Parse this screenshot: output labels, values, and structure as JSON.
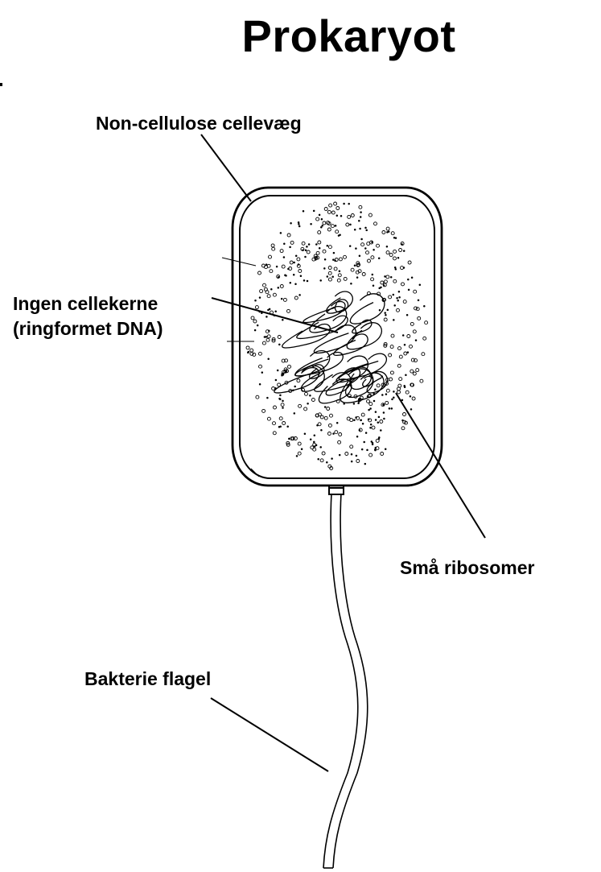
{
  "title": "Prokaryot",
  "labels": {
    "cell_wall": "Non-cellulose cellevæg",
    "nucleoid_line1": "Ingen cellekerne",
    "nucleoid_line2": "(ringformet DNA)",
    "ribosomes": "Små ribosomer",
    "flagellum": "Bakterie flagel"
  },
  "colors": {
    "ink": "#000000",
    "background": "#ffffff"
  }
}
